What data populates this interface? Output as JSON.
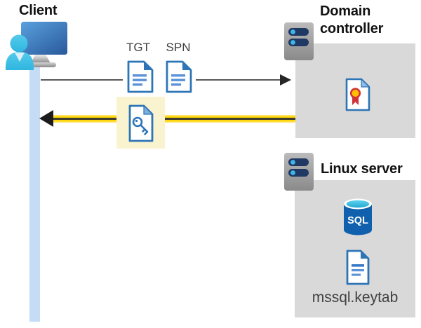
{
  "client": {
    "label": "Client"
  },
  "flow": {
    "tgt_label": "TGT",
    "spn_label": "SPN"
  },
  "domain_controller": {
    "label": "Domain controller"
  },
  "linux_server": {
    "label": "Linux server",
    "keytab_filename": "mssql.keytab",
    "sql_icon_text": "SQL"
  },
  "icons": {
    "client": "user-at-monitor-icon",
    "tgt": "document-icon",
    "spn": "document-icon",
    "service_ticket": "key-document-icon",
    "domain_controller": "server-icon",
    "certificate": "certificate-icon",
    "linux_server": "server-icon",
    "database": "sql-database-icon",
    "keytab": "document-icon"
  },
  "colors": {
    "response_arrow_yellow": "#FFD60A",
    "highlight_yellow": "#FAF3CF",
    "panel_gray": "#D9D9D9",
    "lifeline_blue": "#C4DCF6",
    "document_blue": "#2E75B6",
    "document_line_blue": "#5B93D8",
    "person_cyan": "#3EC3E8",
    "sql_blue": "#1160AE",
    "server_slot_navy": "#1F3864",
    "server_slot_dot_blue": "#41B6E6",
    "seal_yellow": "#FFC000",
    "seal_red": "#D13438",
    "request_arrow_gray": "#595959",
    "arrowhead_dark": "#1C1C1C"
  }
}
